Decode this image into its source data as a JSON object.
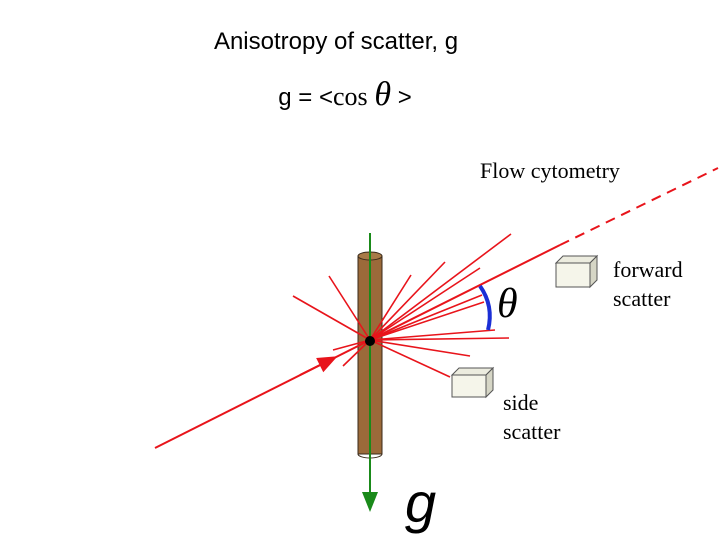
{
  "title": "Anisotropy of scatter, g",
  "formula": {
    "lhs": "g = <",
    "cos": "cos",
    "theta": "θ",
    "rhs": ">"
  },
  "labels": {
    "flow_cytometry": "Flow cytometry",
    "forward_scatter_line1": "forward",
    "forward_scatter_line2": "scatter",
    "side_scatter_line1": "side",
    "side_scatter_line2": "scatter",
    "angle_symbol": "θ",
    "gravity_symbol": "g"
  },
  "colors": {
    "rays": "#e8141b",
    "fiber": "#9b6a3a",
    "gravity_arrow": "#1a8a1a",
    "angle_arc": "#1b2fd6"
  }
}
